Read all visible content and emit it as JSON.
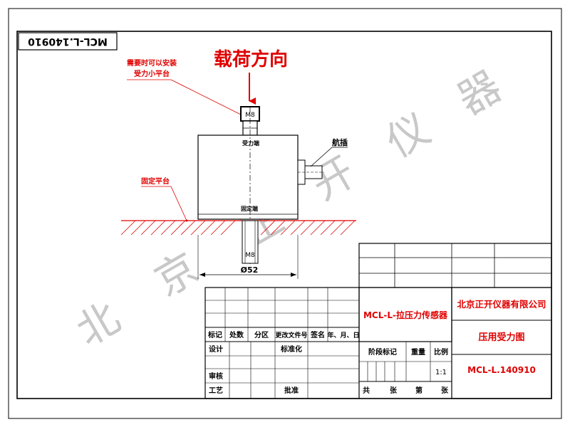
{
  "frame": {
    "border_color": "#000000",
    "accent_red": "#e00000",
    "watermark_color": "#c8c8c8"
  },
  "drawing_code_stamp": "MCL-L.140910",
  "load_direction_label": "载荷方向",
  "note_mount": {
    "line1": "需要时可以安装",
    "line2": "受力小平台"
  },
  "thread_top": "M8",
  "thread_bottom": "M8",
  "force_end_label": "受力端",
  "fixed_end_label": "固定端",
  "connector_label": "航插",
  "fixed_platform_label": "固定平台",
  "diameter_label": "Ø52",
  "watermark_chars": [
    "北",
    "京",
    "正",
    "开",
    "仪",
    "器"
  ],
  "title_block": {
    "product_name": "MCL-L-拉压力传感器",
    "company": "北京正开仪器有限公司",
    "drawing_title": "压用受力图",
    "drawing_number": "MCL-L.140910",
    "revision_headers": [
      "标记",
      "处数",
      "分区",
      "更改文件号",
      "签名",
      "年、月、日"
    ],
    "row_design": "设计",
    "row_standard": "标准化",
    "row_review": "审核",
    "row_process": "工艺",
    "row_approve": "批准",
    "stage_mark": "阶段标记",
    "weight": "重量",
    "scale_label": "比例",
    "scale_value": "1:1",
    "sheets_total_a": "共",
    "sheets_total_b": "张",
    "sheet_no_a": "第",
    "sheet_no_b": "张"
  }
}
